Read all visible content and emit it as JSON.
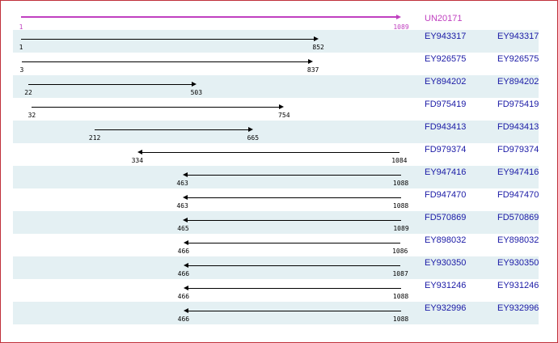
{
  "colors": {
    "accent": "#c040c0",
    "link": "#1a1aa6",
    "row_shade": "#e4f0f3",
    "frame_border": "#c0303a"
  },
  "axis_max": 1089,
  "reference": {
    "id": "UN20171",
    "start": 1,
    "end": 1089,
    "start_label": "1",
    "end_label": "1089"
  },
  "alignments": [
    {
      "id": "EY943317",
      "id2": "EY943317",
      "start": 1,
      "end": 852,
      "dir": "right",
      "start_label": "1",
      "end_label": "852"
    },
    {
      "id": "EY926575",
      "id2": "EY926575",
      "start": 3,
      "end": 837,
      "dir": "right",
      "start_label": "3",
      "end_label": "837"
    },
    {
      "id": "EY894202",
      "id2": "EY894202",
      "start": 22,
      "end": 503,
      "dir": "right",
      "start_label": "22",
      "end_label": "503"
    },
    {
      "id": "FD975419",
      "id2": "FD975419",
      "start": 32,
      "end": 754,
      "dir": "right",
      "start_label": "32",
      "end_label": "754"
    },
    {
      "id": "FD943413",
      "id2": "FD943413",
      "start": 212,
      "end": 665,
      "dir": "right",
      "start_label": "212",
      "end_label": "665"
    },
    {
      "id": "FD979374",
      "id2": "FD979374",
      "start": 334,
      "end": 1084,
      "dir": "left",
      "start_label": "334",
      "end_label": "1084"
    },
    {
      "id": "EY947416",
      "id2": "EY947416",
      "start": 463,
      "end": 1088,
      "dir": "left",
      "start_label": "463",
      "end_label": "1088"
    },
    {
      "id": "FD947470",
      "id2": "FD947470",
      "start": 463,
      "end": 1088,
      "dir": "left",
      "start_label": "463",
      "end_label": "1088"
    },
    {
      "id": "FD570869",
      "id2": "FD570869",
      "start": 465,
      "end": 1089,
      "dir": "left",
      "start_label": "465",
      "end_label": "1089"
    },
    {
      "id": "EY898032",
      "id2": "EY898032",
      "start": 466,
      "end": 1086,
      "dir": "left",
      "start_label": "466",
      "end_label": "1086"
    },
    {
      "id": "EY930350",
      "id2": "EY930350",
      "start": 466,
      "end": 1087,
      "dir": "left",
      "start_label": "466",
      "end_label": "1087"
    },
    {
      "id": "EY931246",
      "id2": "EY931246",
      "start": 466,
      "end": 1088,
      "dir": "left",
      "start_label": "466",
      "end_label": "1088"
    },
    {
      "id": "EY932996",
      "id2": "EY932996",
      "start": 466,
      "end": 1088,
      "dir": "left",
      "start_label": "466",
      "end_label": "1088"
    }
  ]
}
